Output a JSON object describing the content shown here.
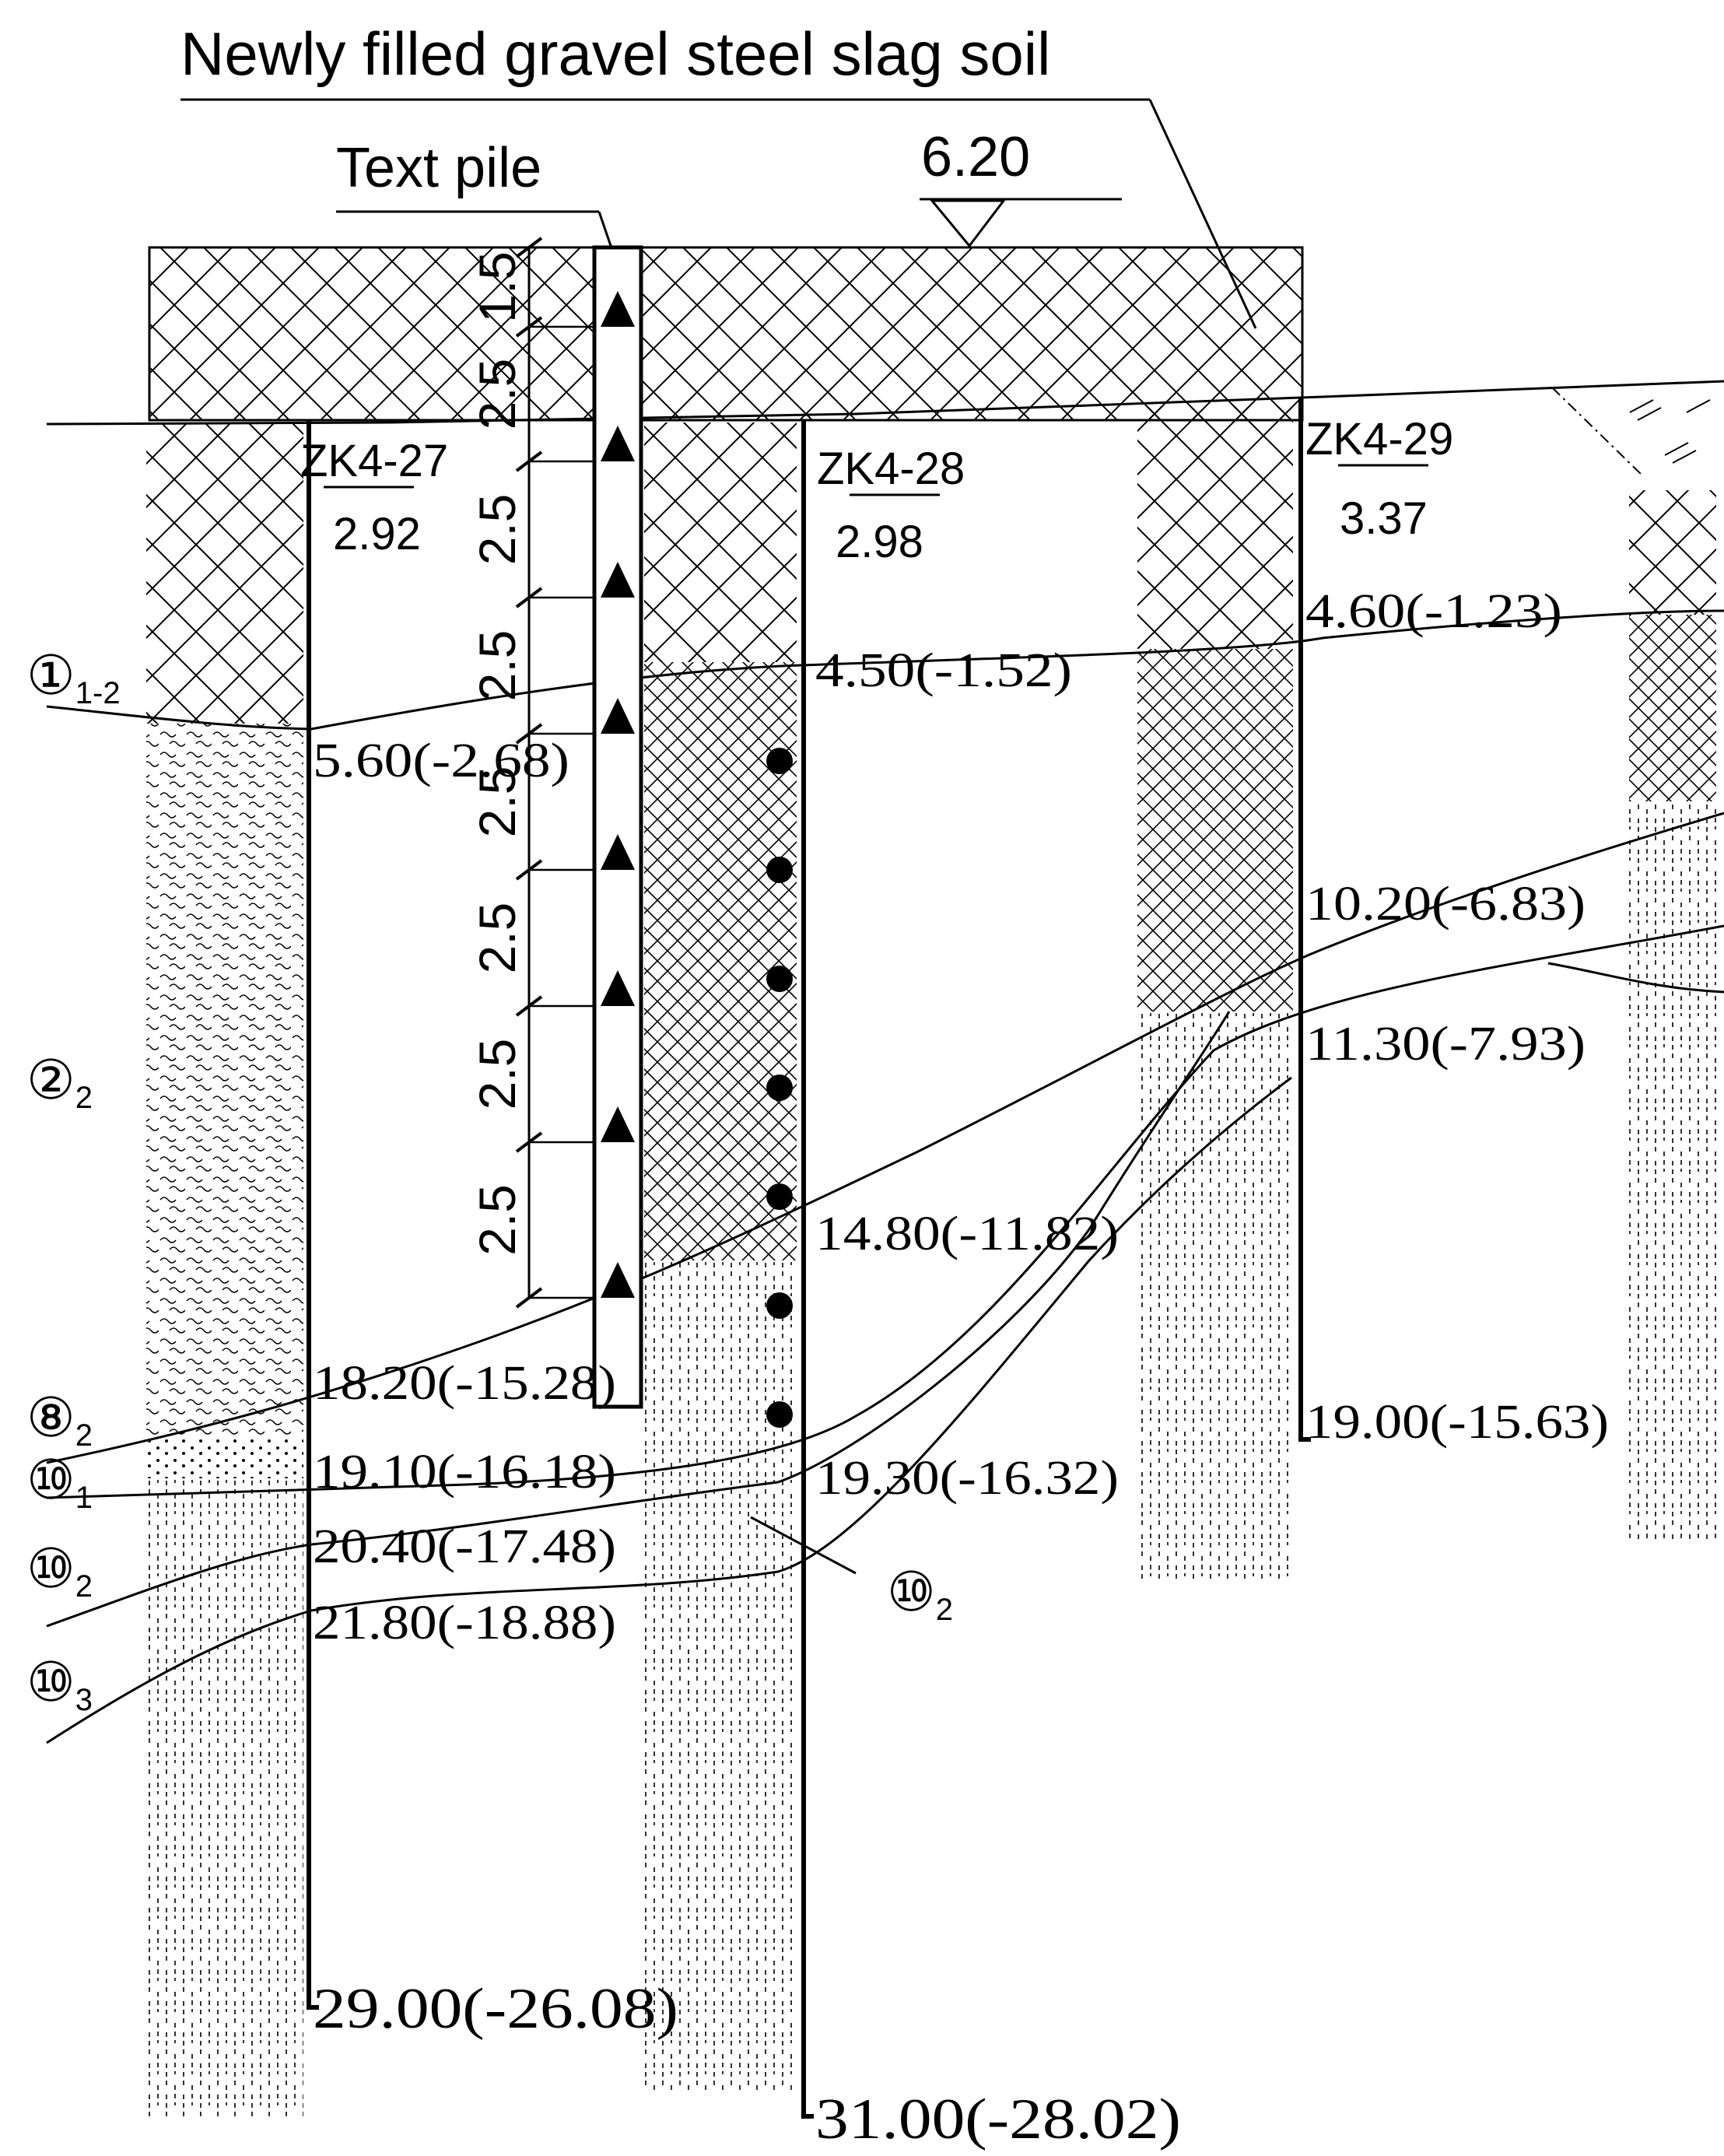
{
  "title": "Newly filled gravel steel slag soil",
  "pile_label": "Text pile",
  "elevation_mark": "6.20",
  "boreholes": [
    {
      "name": "ZK4-27",
      "top": "2.92"
    },
    {
      "name": "ZK4-28",
      "top": "2.98"
    },
    {
      "name": "ZK4-29",
      "top": "3.37"
    }
  ],
  "depth_labels": {
    "zk27_a": "5.60(-2.68)",
    "zk27_b": "18.20(-15.28)",
    "zk27_c": "19.10(-16.18)",
    "zk27_d": "20.40(-17.48)",
    "zk27_e": "21.80(-18.88)",
    "zk27_end": "29.00(-26.08)",
    "zk28_a": "4.50(-1.52)",
    "zk28_b": "14.80(-11.82)",
    "zk28_c": "19.30(-16.32)",
    "zk28_end": "31.00(-28.02)",
    "zk29_a": "4.60(-1.23)",
    "zk29_b": "10.20(-6.83)",
    "zk29_c": "11.30(-7.93)",
    "zk29_end": "19.00(-15.63)"
  },
  "layers": [
    {
      "main": "①",
      "sub": "1-2"
    },
    {
      "main": "②",
      "sub": "2"
    },
    {
      "main": "⑧",
      "sub": "2"
    },
    {
      "main": "⑩",
      "sub": "1"
    },
    {
      "main": "⑩",
      "sub": "2"
    },
    {
      "main": "⑩",
      "sub": "3"
    }
  ],
  "layer_callout": {
    "main": "⑩",
    "sub": "2"
  },
  "spacings": [
    "1.5",
    "2.5",
    "2.5",
    "2.5",
    "2.5",
    "2.5",
    "2.5",
    "2.5"
  ]
}
